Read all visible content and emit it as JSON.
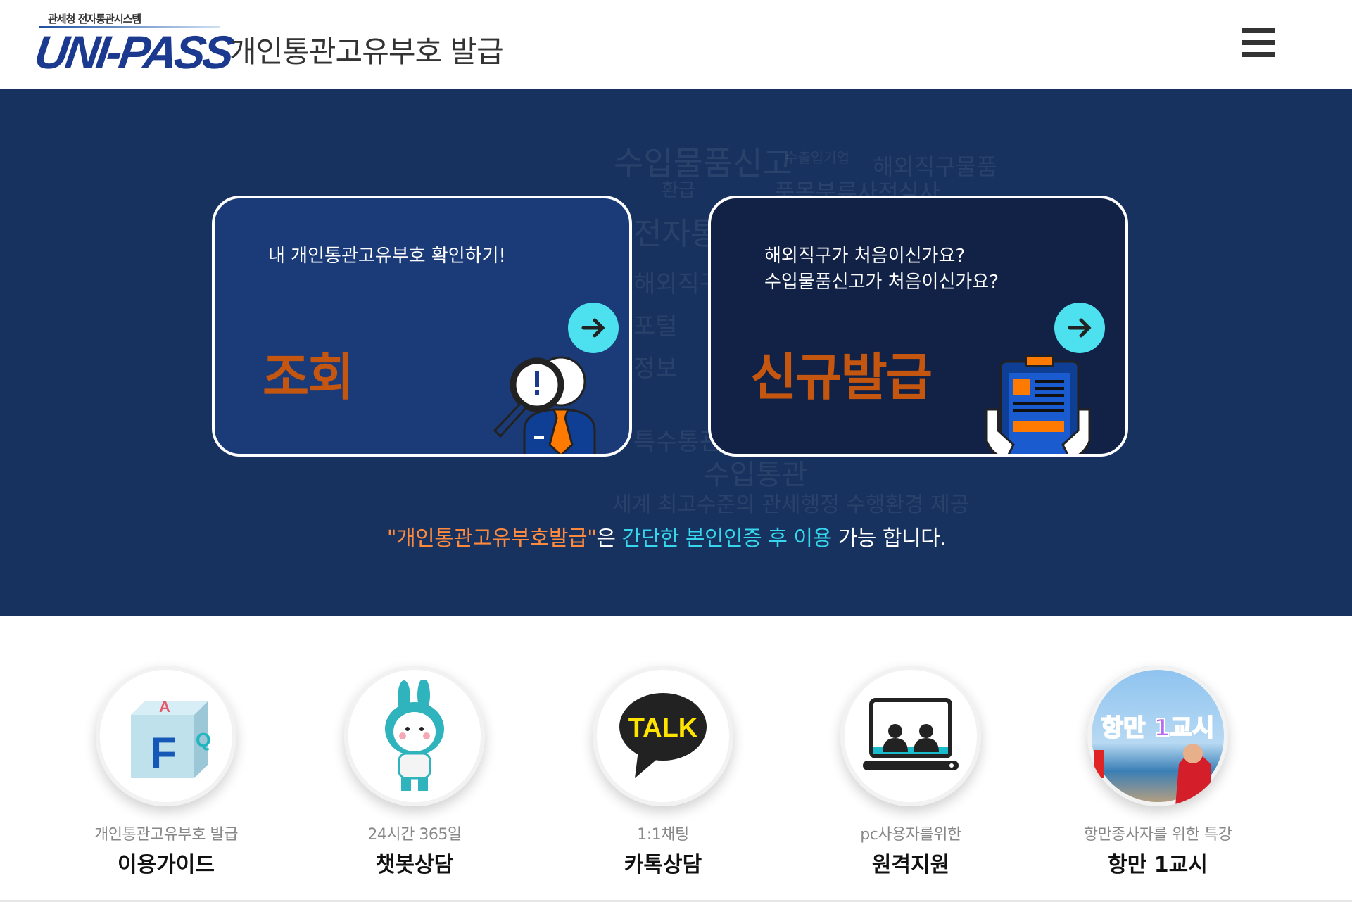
{
  "header": {
    "logo_small": "관세청 전자통관시스템",
    "logo_text": "UNI-PASS",
    "title": "개인통관고유부호 발급",
    "menu_icon": "hamburger-icon"
  },
  "background_words": [
    "수입물품신고",
    "수출입기업",
    "해외직구물품",
    "환급",
    "품목분류사전심사",
    "전자통",
    "해외직구",
    "포털",
    "정보",
    "특수통관",
    "수입통관",
    "세계 최고수준의 관세행정 수행환경 제공"
  ],
  "cards": [
    {
      "subtitle": "내 개인통관고유부호 확인하기!",
      "title": "조회",
      "icon": "arrow-right-icon"
    },
    {
      "subtitle_lines": [
        "해외직구가 처음이신가요?",
        "수입물품신고가 처음이신가요?"
      ],
      "title": "신규발급",
      "icon": "arrow-right-icon"
    }
  ],
  "notice": {
    "part1": "\"개인통관고유부호발급\"",
    "part2": "은 ",
    "part3": "간단한 본인인증 후 이용",
    "part4": " 가능 합니다."
  },
  "services": [
    {
      "sub": "개인통관고유부호 발급",
      "title": "이용가이드",
      "icon": "faq-cube-icon"
    },
    {
      "sub": "24시간 365일",
      "title": "챗봇상담",
      "icon": "rabbit-mascot-icon"
    },
    {
      "sub": "1:1채팅",
      "title": "카톡상담",
      "icon": "talk-bubble-icon",
      "badge": "TALK"
    },
    {
      "sub": "pc사용자를위한",
      "title": "원격지원",
      "icon": "remote-support-icon"
    },
    {
      "sub": "항만종사자를 위한 특강",
      "title": "항만 1교시",
      "icon": "port-lecture-thumbnail",
      "thumb_text": "항만 1교시"
    }
  ],
  "colors": {
    "band": "#17325f",
    "card_left": "#1b3a78",
    "card_right": "#122146",
    "accent_orange": "#c4560f",
    "accent_cyan": "#4de1f0"
  }
}
